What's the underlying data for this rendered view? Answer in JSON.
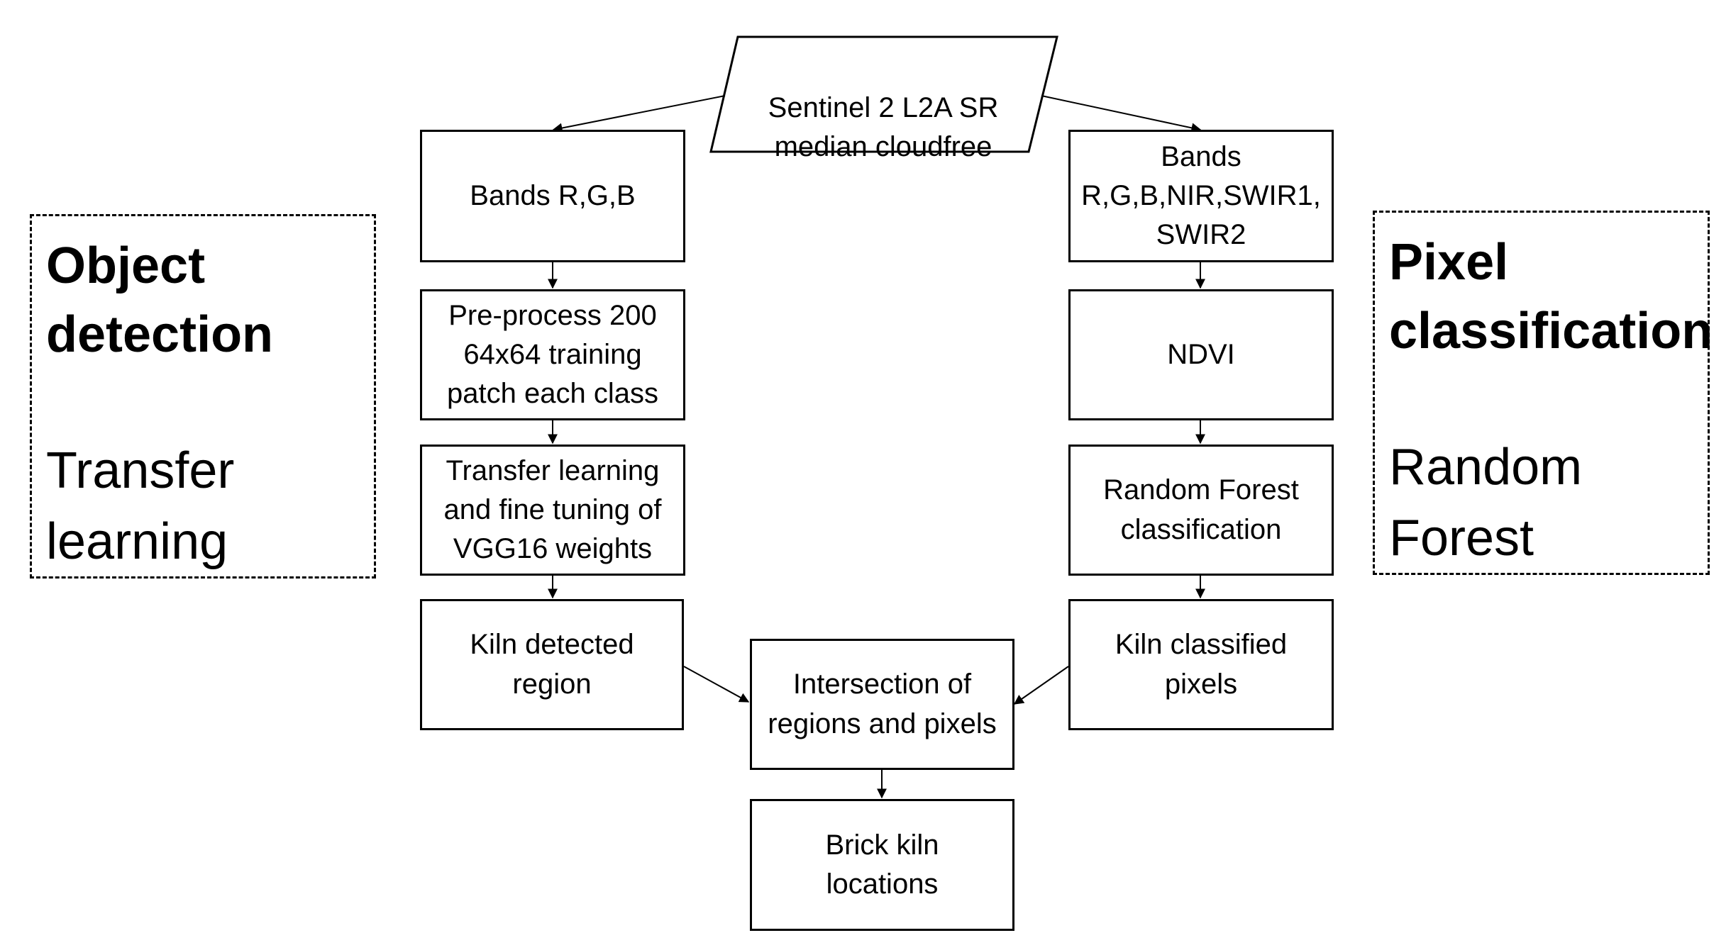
{
  "source": {
    "label": "Sentinel 2 L2A SR\nmedian cloudfree"
  },
  "left_branch": {
    "bands": "Bands R,G,B",
    "preprocess": "Pre-process 200\n64x64 training\npatch each class",
    "transfer": "Transfer learning\nand fine tuning of\nVGG16 weights",
    "detected": "Kiln detected\nregion"
  },
  "right_branch": {
    "bands": "Bands\nR,G,B,NIR,SWIR1,\nSWIR2",
    "ndvi": "NDVI",
    "rf": "Random Forest\nclassification",
    "classified": "Kiln classified\npixels"
  },
  "merge": {
    "intersection": "Intersection of\nregions and pixels",
    "output": "Brick kiln\nlocations"
  },
  "panels": {
    "left": {
      "heading": "Object\ndetection",
      "method": "Transfer\nlearning"
    },
    "right": {
      "heading": "Pixel\nclassification",
      "method": "Random\nForest"
    }
  },
  "colors": {
    "line": "#000000",
    "background": "#ffffff"
  }
}
